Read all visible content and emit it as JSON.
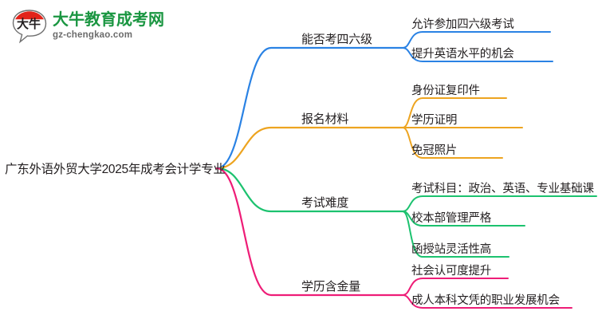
{
  "logo": {
    "mark_name": "daniu-speech-bubble-logo",
    "title": "大牛教育成考网",
    "subtitle": "gz-chengkao.com",
    "title_color": "#1a9641",
    "mark_color": "#e2231a"
  },
  "mindmap": {
    "root": {
      "label": "广东外语外贸大学2025年成考会计学专业"
    },
    "branches": [
      {
        "label": "能否考四六级",
        "color": "#2a82e4",
        "children": [
          {
            "label": "允许参加四六级考试"
          },
          {
            "label": "提升英语水平的机会"
          }
        ]
      },
      {
        "label": "报名材料",
        "color": "#eda420",
        "children": [
          {
            "label": "身份证复印件"
          },
          {
            "label": "学历证明"
          },
          {
            "label": "免冠照片"
          }
        ]
      },
      {
        "label": "考试难度",
        "color": "#1cc26f",
        "children": [
          {
            "label": "考试科目：政治、英语、专业基础课"
          },
          {
            "label": "校本部管理严格"
          },
          {
            "label": "函授站灵活性高"
          }
        ]
      },
      {
        "label": "学历含金量",
        "color": "#ee1d77",
        "children": [
          {
            "label": "社会认可度提升"
          },
          {
            "label": "成人本科文凭的职业发展机会"
          }
        ]
      }
    ]
  }
}
